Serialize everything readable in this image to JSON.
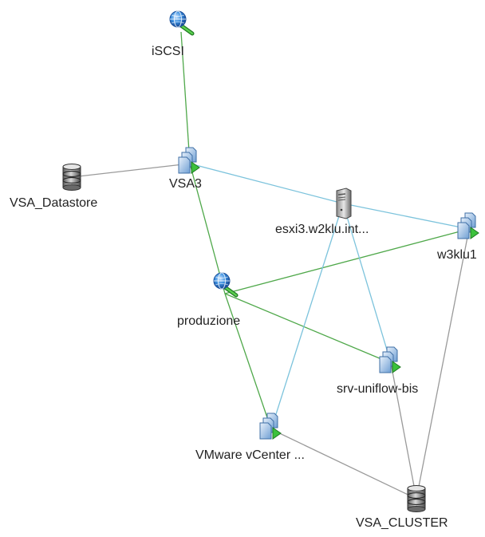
{
  "colors": {
    "background": "#ffffff",
    "link_network": "#4fa84a",
    "link_vmotion": "#7cc3dc",
    "link_storage": "#9a9a9a",
    "label_text": "#222222"
  },
  "nodes": [
    {
      "id": "iscsi",
      "label": "iSCSI",
      "icon": "network-globe-icon"
    },
    {
      "id": "vsa3",
      "label": "VSA3",
      "icon": "virtual-machine-icon"
    },
    {
      "id": "vsa_ds",
      "label": "VSA_Datastore",
      "icon": "datastore-icon"
    },
    {
      "id": "esxi3",
      "label": "esxi3.w2klu.int...",
      "icon": "host-server-icon"
    },
    {
      "id": "w3klu1",
      "label": "w3klu1",
      "icon": "virtual-machine-icon"
    },
    {
      "id": "produzione",
      "label": "produzione",
      "icon": "network-globe-icon"
    },
    {
      "id": "srv_uniflow",
      "label": "srv-uniflow-bis",
      "icon": "virtual-machine-icon"
    },
    {
      "id": "vcenter",
      "label": "VMware vCenter ...",
      "icon": "virtual-machine-icon"
    },
    {
      "id": "vsa_cluster",
      "label": "VSA_CLUSTER",
      "icon": "datastore-icon"
    }
  ],
  "links": [
    {
      "from": "iscsi",
      "to": "vsa3",
      "kind": "link_network"
    },
    {
      "from": "vsa3",
      "to": "produzione",
      "kind": "link_network"
    },
    {
      "from": "produzione",
      "to": "w3klu1",
      "kind": "link_network"
    },
    {
      "from": "produzione",
      "to": "srv_uniflow",
      "kind": "link_network"
    },
    {
      "from": "produzione",
      "to": "vcenter",
      "kind": "link_network"
    },
    {
      "from": "vsa3",
      "to": "esxi3",
      "kind": "link_vmotion"
    },
    {
      "from": "esxi3",
      "to": "w3klu1",
      "kind": "link_vmotion"
    },
    {
      "from": "esxi3",
      "to": "srv_uniflow",
      "kind": "link_vmotion"
    },
    {
      "from": "esxi3",
      "to": "vcenter",
      "kind": "link_vmotion"
    },
    {
      "from": "vsa_ds",
      "to": "vsa3",
      "kind": "link_storage"
    },
    {
      "from": "vcenter",
      "to": "vsa_cluster",
      "kind": "link_storage"
    },
    {
      "from": "srv_uniflow",
      "to": "vsa_cluster",
      "kind": "link_storage"
    },
    {
      "from": "w3klu1",
      "to": "vsa_cluster",
      "kind": "link_storage"
    }
  ]
}
